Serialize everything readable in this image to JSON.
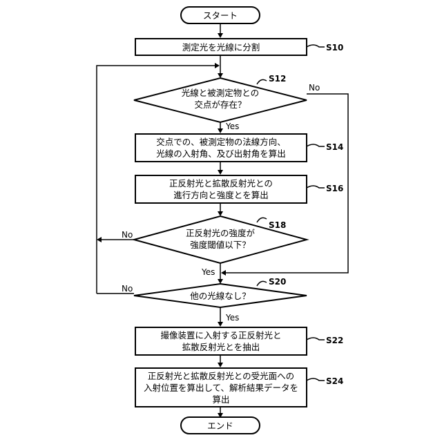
{
  "start": "スタート",
  "end": "エンド",
  "steps": {
    "s10": {
      "label": "S10",
      "lines": [
        "測定光を光線に分割"
      ]
    },
    "s12": {
      "label": "S12",
      "lines": [
        "光線と被測定物との",
        "交点が存在？"
      ]
    },
    "s14": {
      "label": "S14",
      "lines": [
        "交点での、被測定物の法線方向、",
        "光線の入射角、及び出射角を算出"
      ]
    },
    "s16": {
      "label": "S16",
      "lines": [
        "正反射光と拡散反射光との",
        "進行方向と強度とを算出"
      ]
    },
    "s18": {
      "label": "S18",
      "lines": [
        "正反射光の強度が",
        "強度閾値以下？"
      ]
    },
    "s20": {
      "label": "S20",
      "lines": [
        "他の光線なし？"
      ]
    },
    "s22": {
      "label": "S22",
      "lines": [
        "撮像装置に入射する正反射光と",
        "拡散反射光とを抽出"
      ]
    },
    "s24": {
      "label": "S24",
      "lines": [
        "正反射光と拡散反射光との受光面への",
        "入射位置を算出して、解析結果データを",
        "算出"
      ]
    }
  },
  "branches": {
    "s12_yes": "Yes",
    "s12_no": "No",
    "s18_yes": "Yes",
    "s18_no": "No",
    "s20_yes": "Yes",
    "s20_no": "No"
  }
}
